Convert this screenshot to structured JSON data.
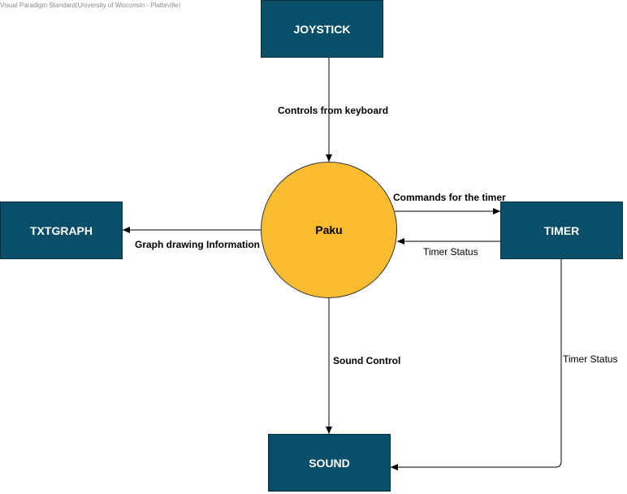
{
  "watermark": "Visual Paradigm Standard(University of Wisconsin - Platteville)",
  "nodes": {
    "joystick": "JOYSTICK",
    "txtgraph": "TXTGRAPH",
    "timer": "TIMER",
    "sound": "SOUND",
    "paku": "Paku"
  },
  "flows": {
    "joystick_to_paku": "Controls from keyboard",
    "paku_to_txtgraph": "Graph drawing Information",
    "paku_to_timer": "Commands for the timer",
    "timer_to_paku": "Timer Status",
    "paku_to_sound": "Sound Control",
    "timer_to_sound": "Timer Status"
  },
  "colors": {
    "entity_fill": "#0a4f6a",
    "process_fill": "#fbbc32",
    "edge": "#000000"
  }
}
